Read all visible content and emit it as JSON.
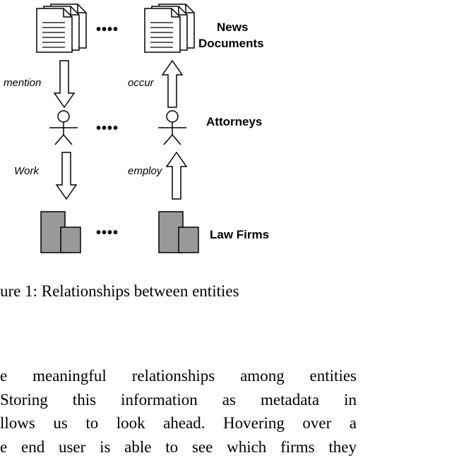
{
  "figure": {
    "row_labels": {
      "news_documents": [
        "News",
        "Documents"
      ],
      "attorneys": "Attorneys",
      "law_firms": "Law Firms"
    },
    "edge_labels": {
      "mention": "mention",
      "occur": "occur",
      "work": "Work",
      "employ": "employ"
    },
    "ellipsis": "••••"
  },
  "caption": "ure 1: Relationships between entities",
  "body_lines": [
    "e meaningful relationships among entities",
    " Storing this information as metadata in",
    "llows us to look ahead. Hovering over a",
    "e end user is able to see which firms they"
  ],
  "colors": {
    "building_fill": "#999999",
    "stroke": "#000000",
    "doc_fill": "#ffffff"
  }
}
